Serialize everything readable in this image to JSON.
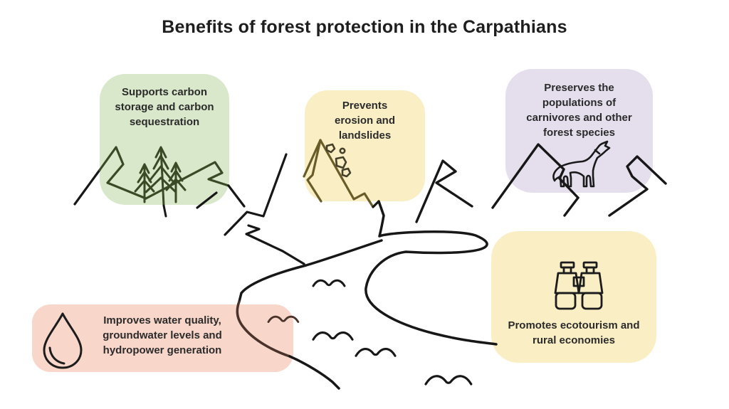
{
  "title": "Benefits of forest protection in the Carpathians",
  "colors": {
    "card_green": "#d9e8ca",
    "card_yellow": "#faeec5",
    "card_purple": "#e5deed",
    "card_pink": "#f8d6ca",
    "line_black": "#171717",
    "line_green": "#3a4a26",
    "line_olive": "#6a5c28",
    "line_rock": "#45402a",
    "line_brown": "#4a332a"
  },
  "cards": [
    {
      "id": "carbon",
      "icon": "pine-trees-icon",
      "label": "Supports carbon storage and carbon sequestration",
      "lines": [
        "Supports carbon",
        "storage and carbon",
        "sequestration"
      ]
    },
    {
      "id": "erosion",
      "icon": "falling-rocks-icon",
      "label": "Prevents erosion and landslides",
      "lines": [
        "Prevents",
        "erosion and",
        "landslides"
      ]
    },
    {
      "id": "carnivores",
      "icon": "howling-wolf-icon",
      "label": "Preserves the populations of carnivores and other forest species",
      "lines": [
        "Preserves the",
        "populations of",
        "carnivores and other",
        "forest species"
      ]
    },
    {
      "id": "water",
      "icon": "water-drop-icon",
      "label": "Improves water quality, groundwater levels and hydropower generation",
      "lines": [
        "Improves water quality,",
        "groundwater levels and",
        "hydropower generation"
      ]
    },
    {
      "id": "ecotourism",
      "icon": "binoculars-icon",
      "label": "Promotes ecotourism and rural economies",
      "lines": [
        "Promotes ecotourism and",
        "rural economies"
      ]
    }
  ],
  "scene": {
    "elements": [
      "mountain-range",
      "pine-trees-icon",
      "falling-rocks-icon",
      "howling-wolf-icon",
      "river",
      "bird-wave-icons",
      "water-drop-icon",
      "binoculars-icon"
    ]
  }
}
